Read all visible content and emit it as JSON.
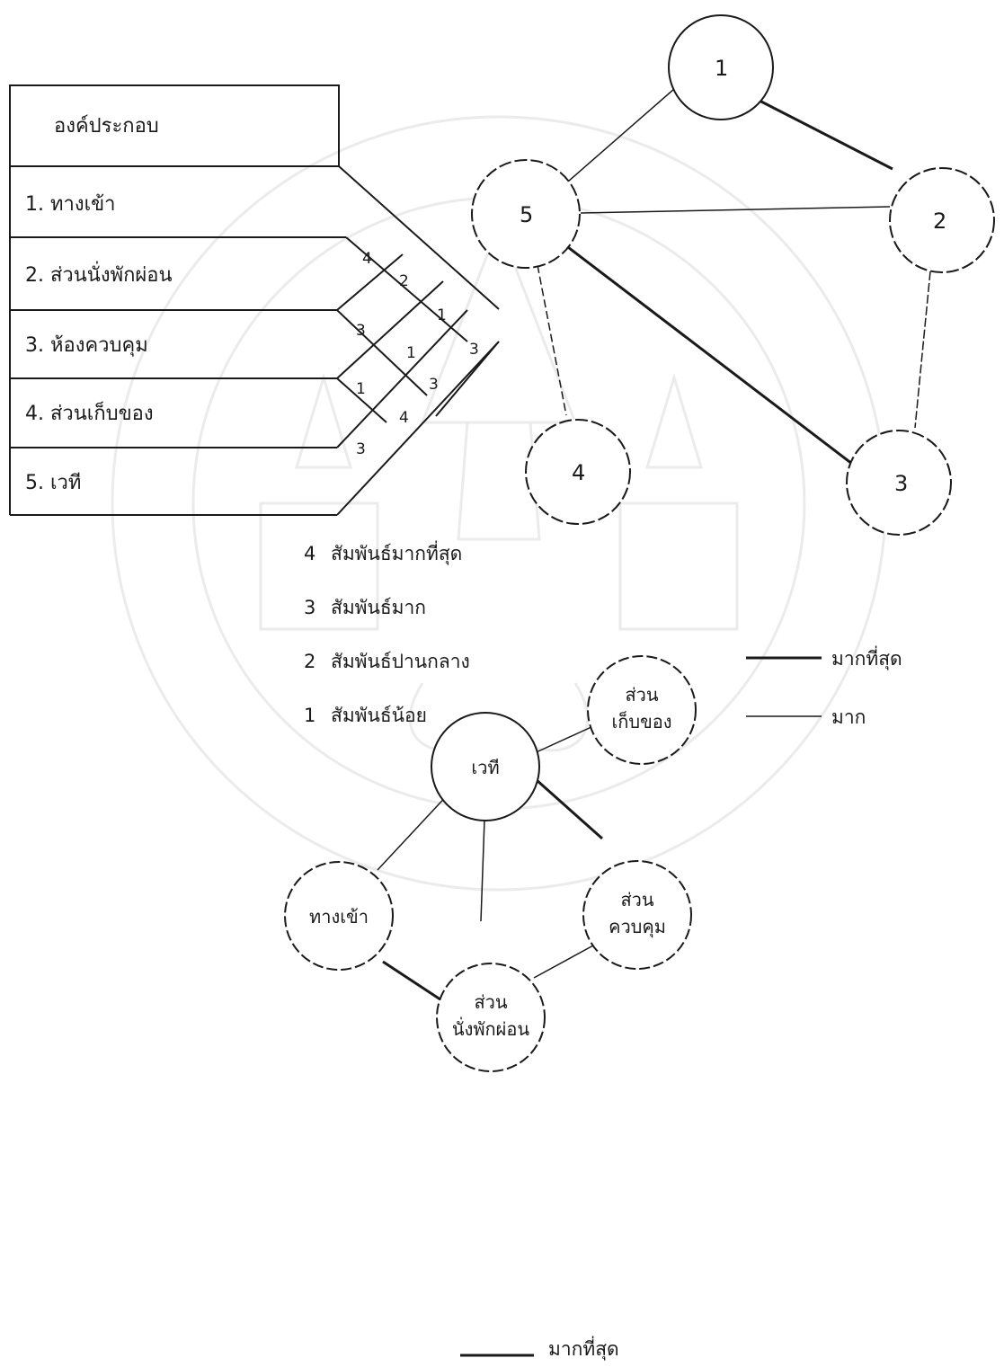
{
  "table": {
    "header": "องค์ประกอบ",
    "rows": [
      "1. ทางเข้า",
      "2. ส่วนนั่งพักผ่อน",
      "3. ห้องควบคุม",
      "4. ส่วนเก็บของ",
      "5. เวที"
    ]
  },
  "matrix": [
    {
      "pair": "1-2",
      "value": "4"
    },
    {
      "pair": "1-3",
      "value": "2"
    },
    {
      "pair": "1-4",
      "value": "1"
    },
    {
      "pair": "1-5",
      "value": "3"
    },
    {
      "pair": "2-3",
      "value": "3"
    },
    {
      "pair": "2-4",
      "value": "1"
    },
    {
      "pair": "2-5",
      "value": "3"
    },
    {
      "pair": "3-4",
      "value": "1"
    },
    {
      "pair": "3-5",
      "value": "4"
    },
    {
      "pair": "4-5",
      "value": "3"
    }
  ],
  "rating_legend": [
    {
      "value": "4",
      "label": "สัมพันธ์มากที่สุด"
    },
    {
      "value": "3",
      "label": "สัมพันธ์มาก"
    },
    {
      "value": "2",
      "label": "สัมพันธ์ปานกลาง"
    },
    {
      "value": "1",
      "label": "สัมพันธ์น้อย"
    }
  ],
  "top_graph": {
    "nodes": [
      "1",
      "2",
      "3",
      "4",
      "5"
    ],
    "edges": [
      {
        "from": "1",
        "to": "5",
        "type": "มาก"
      },
      {
        "from": "1",
        "to": "2",
        "type": "มากที่สุด"
      },
      {
        "from": "5",
        "to": "2",
        "type": "มาก"
      },
      {
        "from": "2",
        "to": "3",
        "type": "มาก"
      },
      {
        "from": "5",
        "to": "3",
        "type": "มากที่สุด"
      },
      {
        "from": "5",
        "to": "4",
        "type": "มาก"
      }
    ]
  },
  "line_legend": [
    {
      "style": "thick",
      "label": "มากที่สุด"
    },
    {
      "style": "thin",
      "label": "มาก"
    }
  ],
  "bottom_graph": {
    "nodes": [
      {
        "id": "stage",
        "lines": [
          "เวที"
        ]
      },
      {
        "id": "storage",
        "lines": [
          "ส่วน",
          "เก็บของ"
        ]
      },
      {
        "id": "entrance",
        "lines": [
          "ทางเข้า"
        ]
      },
      {
        "id": "control",
        "lines": [
          "ส่วน",
          "ควบคุม"
        ]
      },
      {
        "id": "lounge",
        "lines": [
          "ส่วน",
          "นั่งพักผ่อน"
        ]
      }
    ],
    "edges": [
      {
        "from": "stage",
        "to": "storage",
        "type": "มาก"
      },
      {
        "from": "stage",
        "to": "entrance",
        "type": "มาก"
      },
      {
        "from": "stage",
        "to": "control",
        "type": "มากที่สุด"
      },
      {
        "from": "stage",
        "to": "lounge",
        "type": "มาก"
      },
      {
        "from": "entrance",
        "to": "lounge",
        "type": "มากที่สุด"
      },
      {
        "from": "lounge",
        "to": "control",
        "type": "มาก"
      }
    ]
  },
  "bottom_legend": {
    "style": "thick",
    "label": "มากที่สุด"
  },
  "colors": {
    "ink": "#1a1a1a",
    "watermark": "#c8c8c8",
    "background": "#ffffff"
  }
}
